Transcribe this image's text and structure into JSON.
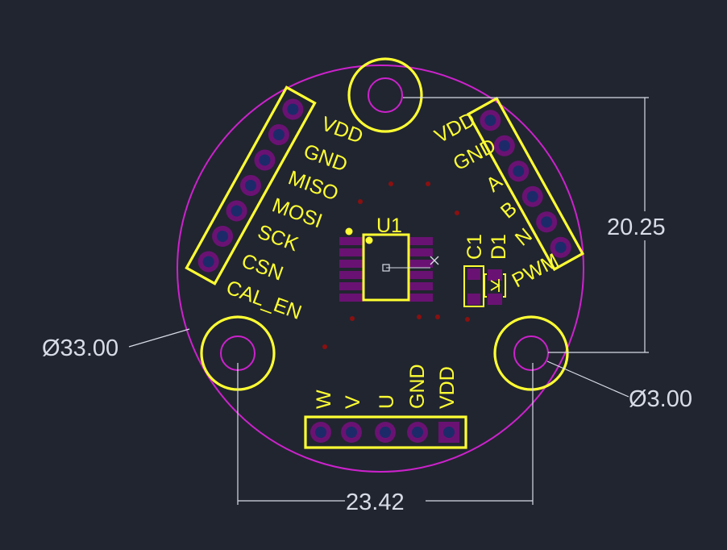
{
  "components": {
    "u1": "U1",
    "c1": "C1",
    "d1": "D1"
  },
  "header_left": {
    "pins": [
      "VDD",
      "GND",
      "MISO",
      "MOSI",
      "SCK",
      "CSN",
      "CAL_EN"
    ]
  },
  "header_right": {
    "pins": [
      "VDD",
      "GND",
      "A",
      "B",
      "N",
      "PWM"
    ]
  },
  "header_bottom": {
    "pins": [
      "W",
      "V",
      "U",
      "GND",
      "VDD"
    ]
  },
  "dimensions": {
    "board_diameter": "Ø33.00",
    "hole_diameter": "Ø3.00",
    "hole_spacing_vertical": "20.25",
    "hole_spacing_horizontal": "23.42"
  },
  "colors": {
    "background": "#212530",
    "silkscreen": "#ffff33",
    "board_outline": "#cc22cc",
    "dimension": "#d8dce6",
    "pad": "#6a1273",
    "drill": "#1c2a6a",
    "via": "#8a1010"
  }
}
